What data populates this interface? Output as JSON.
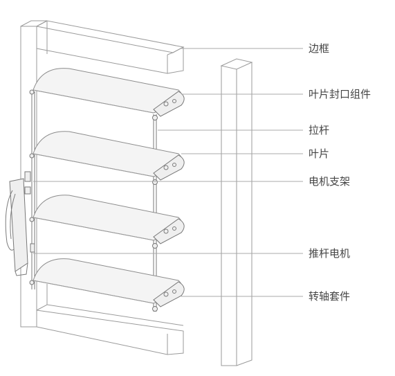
{
  "labels": {
    "frame": "边框",
    "blade_end_cap": "叶片封口组件",
    "pull_rod": "拉杆",
    "blade": "叶片",
    "motor_bracket": "电机支架",
    "actuator_motor": "推杆电机",
    "pivot_sleeve": "转轴套件"
  },
  "colors": {
    "line": "#9a9a9a",
    "text": "#444444",
    "blade_fill": "#f4f4f4"
  }
}
